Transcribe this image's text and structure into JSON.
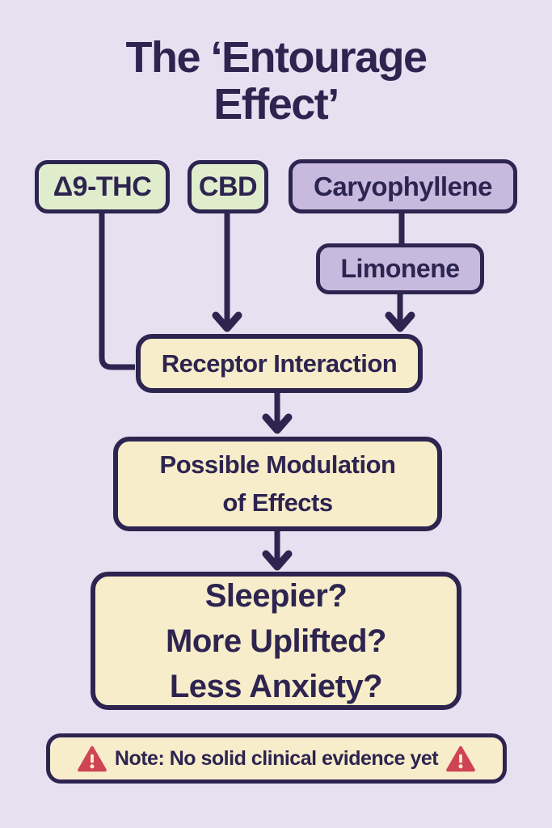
{
  "title": "The ‘Entourage\nEffect’",
  "colors": {
    "background": "#e6e0f1",
    "ink": "#2d2450",
    "cannabinoid_green": "#e0edcc",
    "terpene_purple": "#c8badf",
    "process_cream": "#f8edca",
    "warning_red": "#cf4455"
  },
  "nodes": {
    "thc": "Δ9-THC",
    "cbd": "CBD",
    "caryophyllene": "Caryophyllene",
    "limonene": "Limonene",
    "receptor_interaction": "Receptor Interaction",
    "possible_modulation": "Possible Modulation\nof Effects",
    "outcomes": "Sleepier?\nMore Uplifted?\nLess Anxiety?"
  },
  "edges": [
    {
      "from": "thc",
      "to": "receptor_interaction",
      "shape": "elbow-into-left-side",
      "arrow": false
    },
    {
      "from": "cbd",
      "to": "receptor_interaction",
      "shape": "straight-down",
      "arrow": true
    },
    {
      "from": "caryophyllene",
      "to": "limonene",
      "shape": "straight-down",
      "arrow": false
    },
    {
      "from": "limonene",
      "to": "receptor_interaction",
      "shape": "straight-down",
      "arrow": true
    },
    {
      "from": "receptor_interaction",
      "to": "possible_modulation",
      "shape": "straight-down",
      "arrow": true
    },
    {
      "from": "possible_modulation",
      "to": "outcomes",
      "shape": "straight-down",
      "arrow": true
    }
  ],
  "note": {
    "text": "Note: No solid clinical evidence yet",
    "icon": "warning-triangle-icon"
  }
}
